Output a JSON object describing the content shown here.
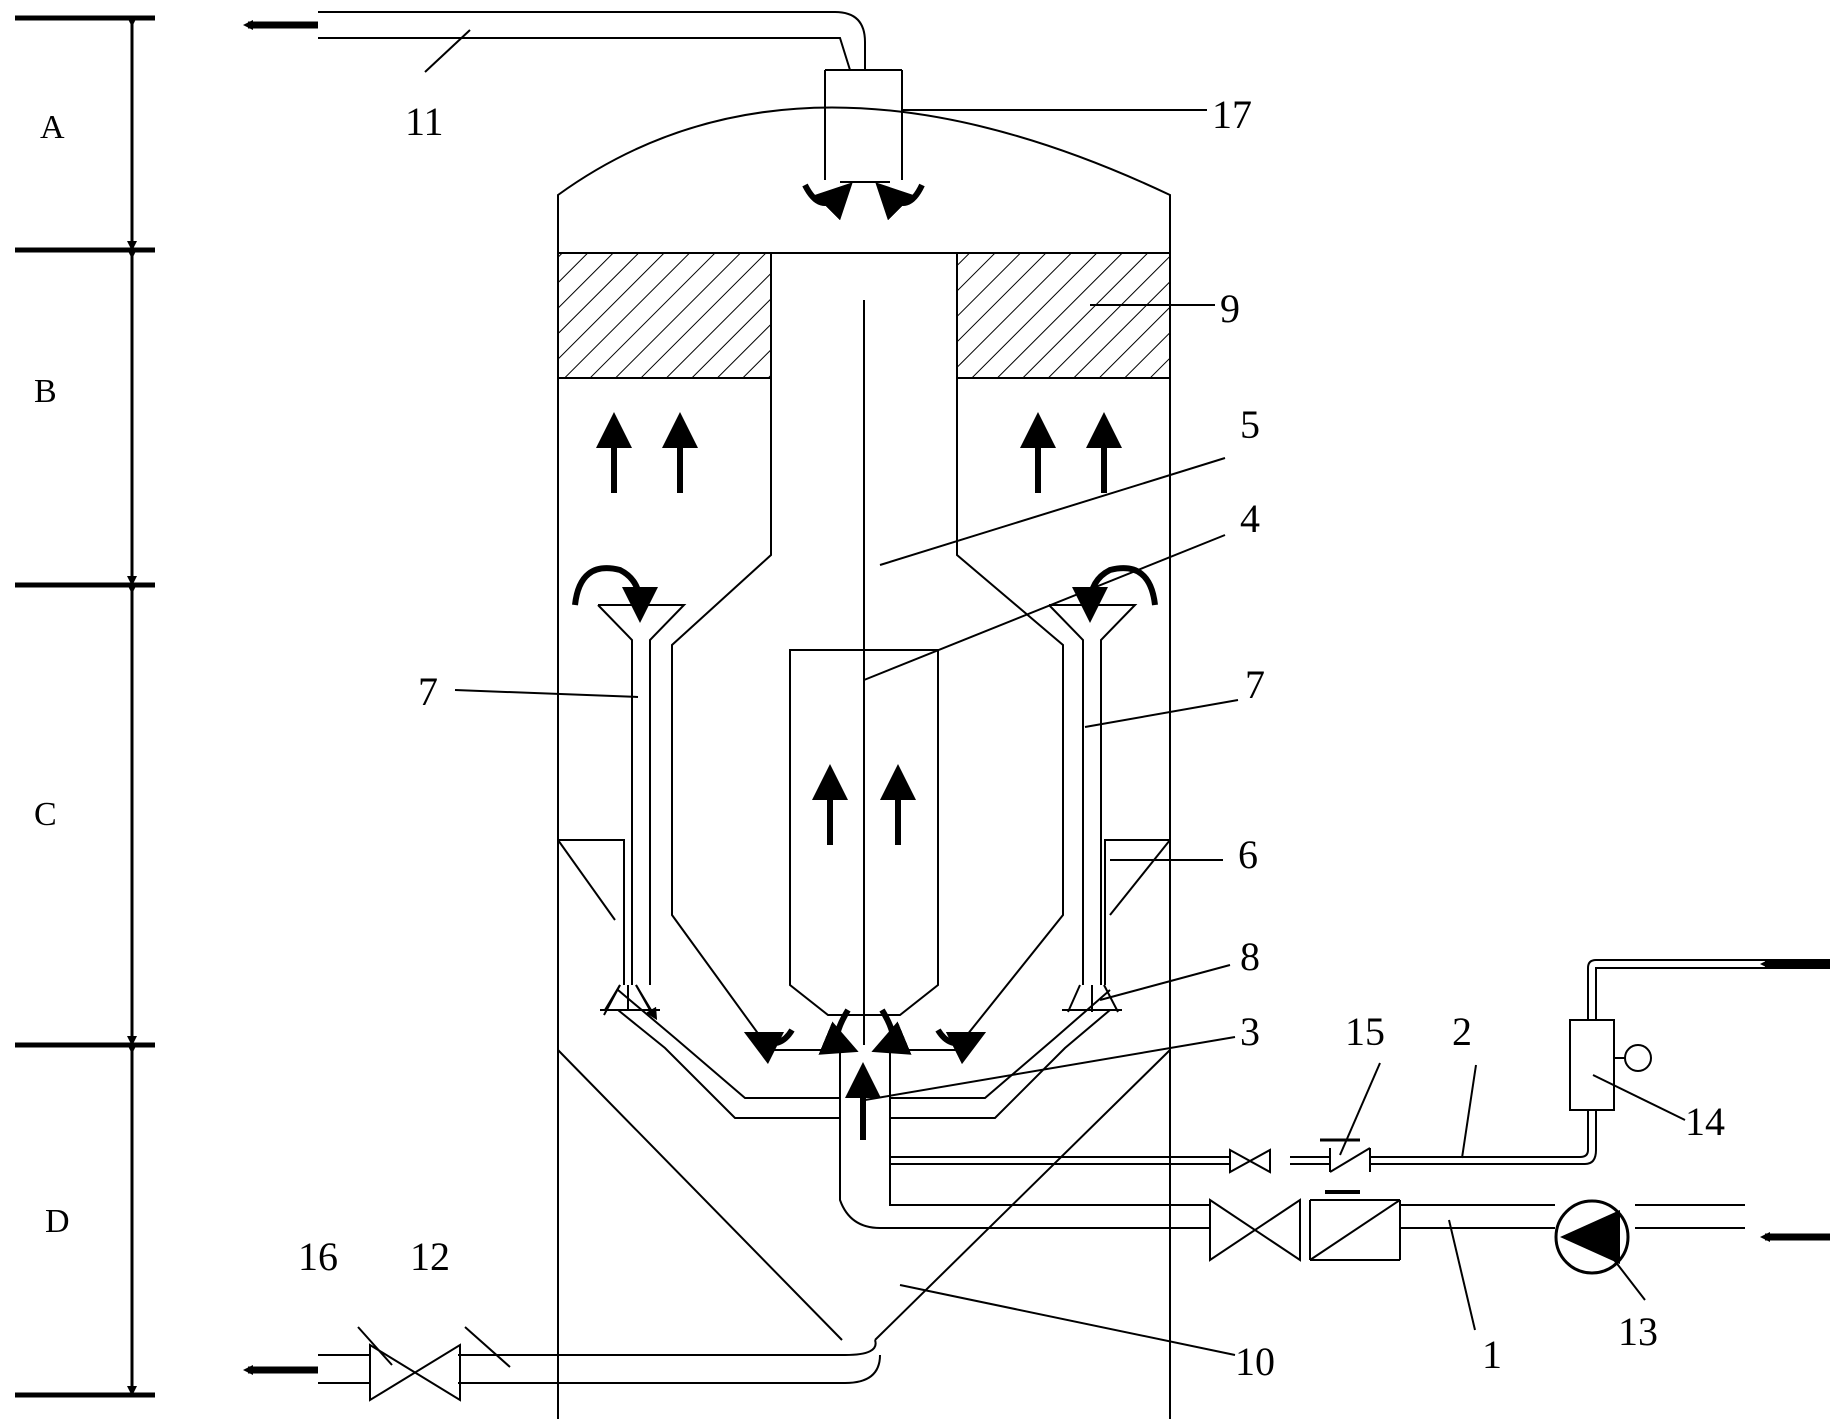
{
  "zones": [
    "A",
    "B",
    "C",
    "D"
  ],
  "labels": {
    "l1": "1",
    "l2": "2",
    "l3": "3",
    "l4": "4",
    "l5": "5",
    "l6": "6",
    "l7a": "7",
    "l7b": "7",
    "l8": "8",
    "l9": "9",
    "l10": "10",
    "l11": "11",
    "l12": "12",
    "l13": "13",
    "l14": "14",
    "l15": "15",
    "l16": "16",
    "l17": "17"
  }
}
